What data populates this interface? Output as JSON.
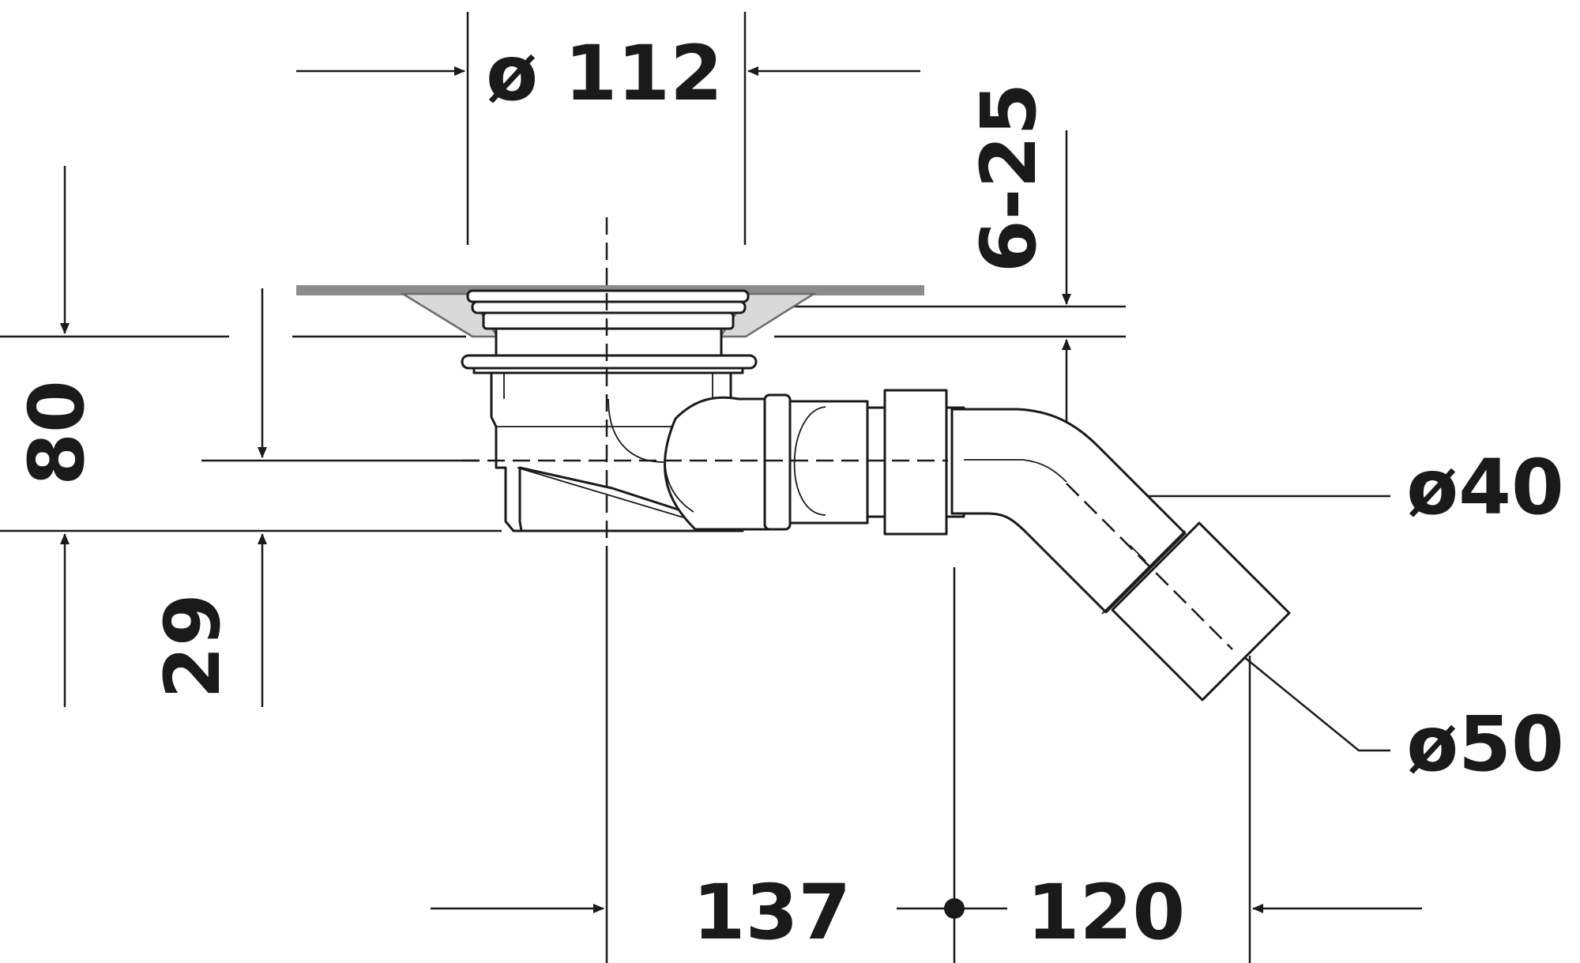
{
  "dimensions": {
    "top_diameter": "ø 112",
    "drop_range": "6-25",
    "overall_height": "80",
    "lower_height": "29",
    "pipe_diameter_small": "ø40",
    "pipe_diameter_large": "ø50",
    "offset_left": "137",
    "offset_right": "120"
  },
  "colors": {
    "line": "#1a1a1a",
    "tile": "#8c8c8c",
    "background": "#ffffff"
  }
}
